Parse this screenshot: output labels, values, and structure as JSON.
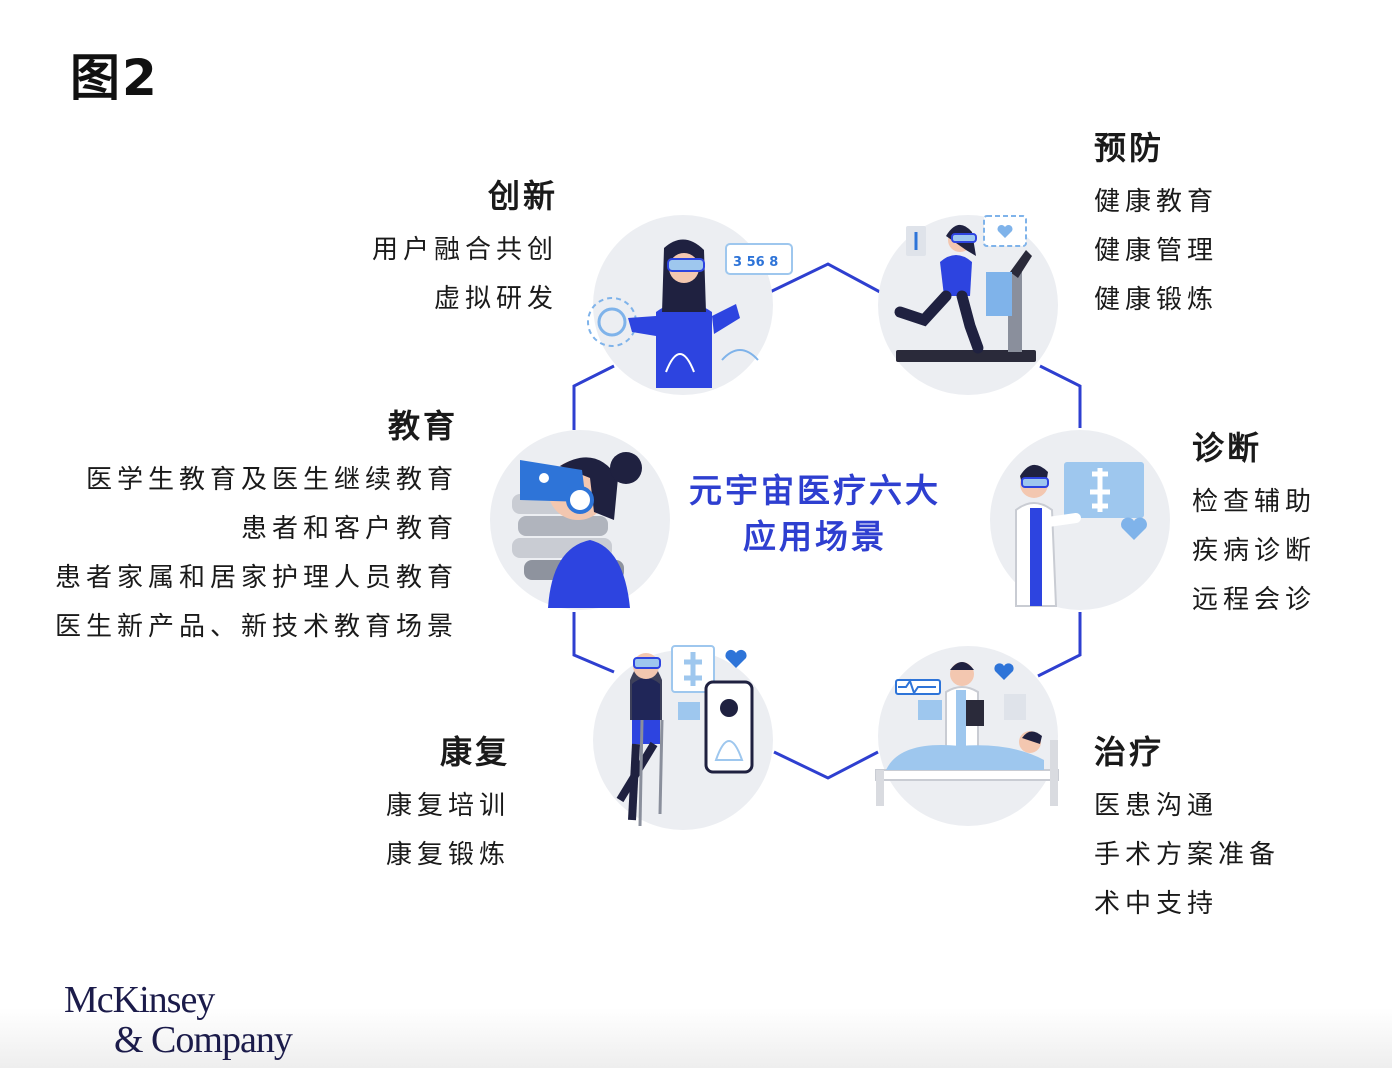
{
  "figure_label": "图2",
  "center_title": [
    "元宇宙医疗六大",
    "应用场景"
  ],
  "colors": {
    "accent": "#2e3fd0",
    "node_bg": "#eceef2",
    "figure_blue": "#2d44e0",
    "light_blue": "#9ec7ee"
  },
  "scenes": {
    "innovation": {
      "title": "创新",
      "items": [
        "用户融合共创",
        "虚拟研发"
      ],
      "icon": "vr-researcher-icon"
    },
    "prevention": {
      "title": "预防",
      "items": [
        "健康教育",
        "健康管理",
        "健康锻炼"
      ],
      "icon": "treadmill-runner-icon"
    },
    "education": {
      "title": "教育",
      "items": [
        "医学生教育及医生继续教育",
        "患者和客户教育",
        "患者家属和居家护理人员教育",
        "医生新产品、新技术教育场景"
      ],
      "icon": "vr-learner-books-icon"
    },
    "diagnosis": {
      "title": "诊断",
      "items": [
        "检查辅助",
        "疾病诊断",
        "远程会诊"
      ],
      "icon": "doctor-xray-icon"
    },
    "rehab": {
      "title": "康复",
      "items": [
        "康复培训",
        "康复锻炼"
      ],
      "icon": "crutches-patient-icon"
    },
    "treatment": {
      "title": "治疗",
      "items": [
        "医患沟通",
        "手术方案准备",
        "术中支持"
      ],
      "icon": "hospital-bed-icon"
    }
  },
  "logo": {
    "line1": "McKinsey",
    "line2": "& Company"
  }
}
